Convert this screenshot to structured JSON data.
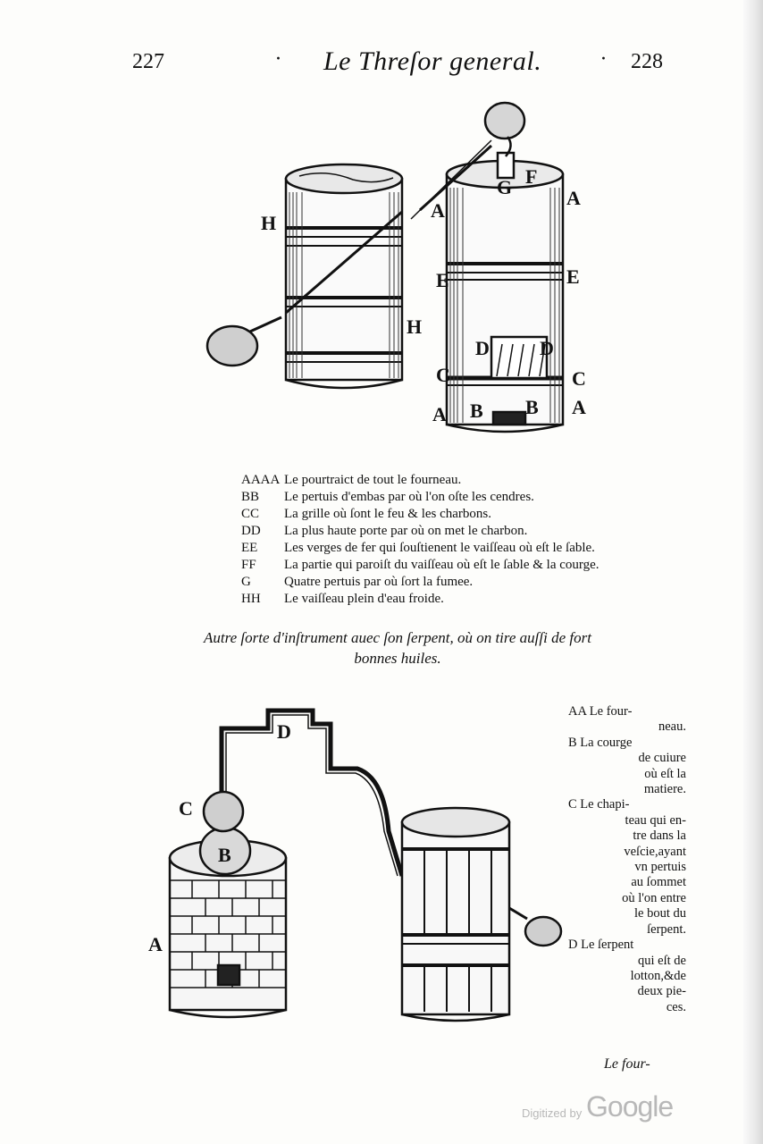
{
  "header": {
    "page_left": "227",
    "running_title": "Le Threſor general.",
    "page_right": "228"
  },
  "figure1": {
    "labels": {
      "H1": "H",
      "H2": "H",
      "A1": "A",
      "A2": "A",
      "A3": "A",
      "A4": "A",
      "E1": "E",
      "E2": "E",
      "D1": "D",
      "D2": "D",
      "C1": "C",
      "C2": "C",
      "B1": "B",
      "B2": "B",
      "F": "F",
      "G": "G"
    }
  },
  "legend1": [
    {
      "key": "AAAA",
      "text": "Le pourtraict de tout le fourneau."
    },
    {
      "key": "BB",
      "text": "Le pertuis d'embas par où l'on oſte les cendres."
    },
    {
      "key": "CC",
      "text": "La grille où ſont le feu & les charbons."
    },
    {
      "key": "DD",
      "text": "La plus haute porte par où on met le charbon."
    },
    {
      "key": "EE",
      "text": "Les verges de fer qui ſouſtienent le vaiſſeau où eſt le ſable."
    },
    {
      "key": "FF",
      "text": "La partie qui paroiſt du vaiſſeau où eſt le ſable & la courge."
    },
    {
      "key": "G",
      "text": "Quatre pertuis par où ſort la fumee."
    },
    {
      "key": "HH",
      "text": "Le vaiſſeau plein d'eau froide."
    }
  ],
  "caption": {
    "line1": "Autre ſorte d'inſtrument auec ſon ſerpent, où on tire auſſi de fort",
    "line2": "bonnes huiles."
  },
  "figure2": {
    "labels": {
      "A": "A",
      "B": "B",
      "C": "C",
      "D": "D"
    }
  },
  "legend2": [
    {
      "key": "AA",
      "lines": [
        "Le four-",
        "neau."
      ]
    },
    {
      "key": "B",
      "lines": [
        "La courge",
        "de cuiure",
        "où eſt la",
        "matiere."
      ]
    },
    {
      "key": "C",
      "lines": [
        "Le chapi-",
        "teau qui en-",
        "tre dans la",
        "veſcie,ayant",
        "vn pertuis",
        "au ſommet",
        "où l'on entre",
        "le bout du",
        "ſerpent."
      ]
    },
    {
      "key": "D",
      "lines": [
        "Le ſerpent",
        "qui eſt de",
        "lotton,&de",
        "deux pie-",
        "ces."
      ]
    }
  ],
  "catchword": "Le four-",
  "watermark": {
    "prefix": "Digitized by",
    "brand": "Google"
  }
}
